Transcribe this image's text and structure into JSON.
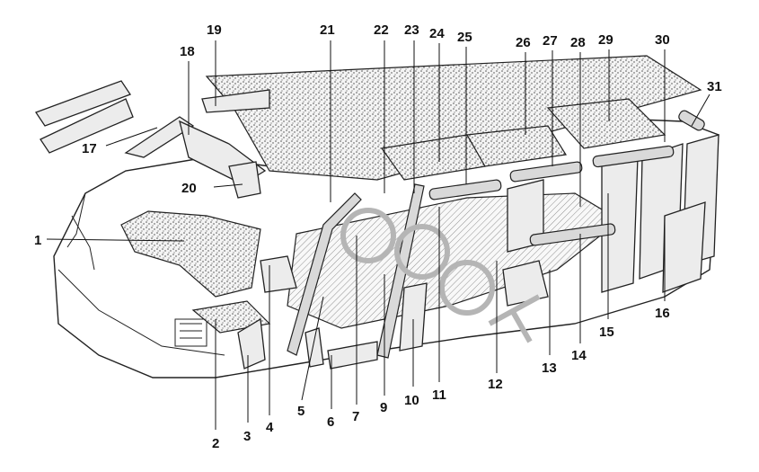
{
  "diagram": {
    "callouts": [
      {
        "id": "c1",
        "label": "1"
      },
      {
        "id": "c2",
        "label": "2"
      },
      {
        "id": "c3",
        "label": "3"
      },
      {
        "id": "c4",
        "label": "4"
      },
      {
        "id": "c5",
        "label": "5"
      },
      {
        "id": "c6",
        "label": "6"
      },
      {
        "id": "c7",
        "label": "7"
      },
      {
        "id": "c9",
        "label": "9"
      },
      {
        "id": "c10",
        "label": "10"
      },
      {
        "id": "c11",
        "label": "11"
      },
      {
        "id": "c12",
        "label": "12"
      },
      {
        "id": "c13",
        "label": "13"
      },
      {
        "id": "c14",
        "label": "14"
      },
      {
        "id": "c15",
        "label": "15"
      },
      {
        "id": "c16",
        "label": "16"
      },
      {
        "id": "c17",
        "label": "17"
      },
      {
        "id": "c18",
        "label": "18"
      },
      {
        "id": "c19",
        "label": "19"
      },
      {
        "id": "c20",
        "label": "20"
      },
      {
        "id": "c21",
        "label": "21"
      },
      {
        "id": "c22",
        "label": "22"
      },
      {
        "id": "c23",
        "label": "23"
      },
      {
        "id": "c24",
        "label": "24"
      },
      {
        "id": "c25",
        "label": "25"
      },
      {
        "id": "c26",
        "label": "26"
      },
      {
        "id": "c27",
        "label": "27"
      },
      {
        "id": "c28",
        "label": "28"
      },
      {
        "id": "c29",
        "label": "29"
      },
      {
        "id": "c30",
        "label": "30"
      },
      {
        "id": "c31",
        "label": "31"
      }
    ]
  }
}
